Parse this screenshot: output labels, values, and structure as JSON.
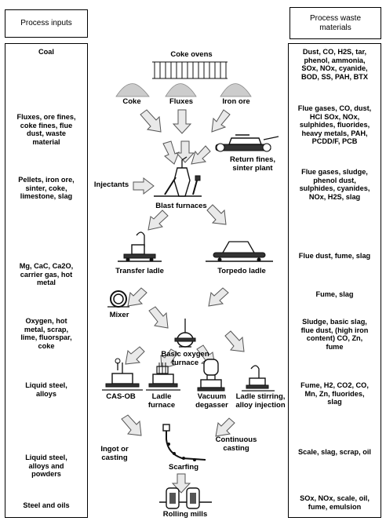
{
  "headers": {
    "inputs": "Process inputs",
    "outputs": "Process waste\nmaterials"
  },
  "inputs": [
    "Coal",
    "Fluxes, ore fines,\ncoke fines, flue\ndust, waste\nmaterial",
    "Pellets, iron ore,\nsinter, coke,\nlimestone, slag",
    "Mg, CaC, Ca2O,\ncarrier gas, hot\nmetal",
    "Oxygen, hot\nmetal, scrap,\nlime, fluorspar,\ncoke",
    "Liquid steel,\nalloys",
    "Liquid steel,\nalloys and\npowders",
    "Steel and oils"
  ],
  "outputs": [
    "Dust, CO, H2S, tar,\nphenol, ammonia,\nSOx, NOx, cyanide,\nBOD, SS, PAH, BTX",
    "Flue gases, CO, dust,\nHCl SOx, NOx,\nsulphides, fluorides,\nheavy metals, PAH,\nPCDD/F, PCB",
    "Flue gases, sludge,\nphenol dust,\nsulphides, cyanides,\nNOx, H2S, slag",
    "Flue dust, fume, slag",
    "Fume, slag",
    "Sludge, basic slag,\nflue dust, (high iron\ncontent) CO, Zn,\nfume",
    "Fume, H2, CO2, CO,\nMn, Zn, fluorides,\nslag",
    "Scale, slag, scrap, oil",
    "SOx, NOx, scale, oil,\nfume, emulsion"
  ],
  "process": {
    "coke_ovens": "Coke ovens",
    "coke": "Coke",
    "fluxes": "Fluxes",
    "iron_ore": "Iron ore",
    "return_fines": "Return fines,\nsinter plant",
    "injectants": "Injectants",
    "blast_furnaces": "Blast furnaces",
    "transfer_ladle": "Transfer ladle",
    "torpedo_ladle": "Torpedo ladle",
    "mixer": "Mixer",
    "bof": "Basic oxygen\nfurnace",
    "cas_ob": "CAS-OB",
    "ladle_furnace": "Ladle\nfurnace",
    "vacuum_degasser": "Vacuum\ndegasser",
    "ladle_stirring": "Ladle stirring,\nalloy injection",
    "continuous_casting": "Continuous\ncasting",
    "ingot_casting": "Ingot or\ncasting",
    "scarfing": "Scarfing",
    "rolling_mills": "Rolling mills"
  }
}
